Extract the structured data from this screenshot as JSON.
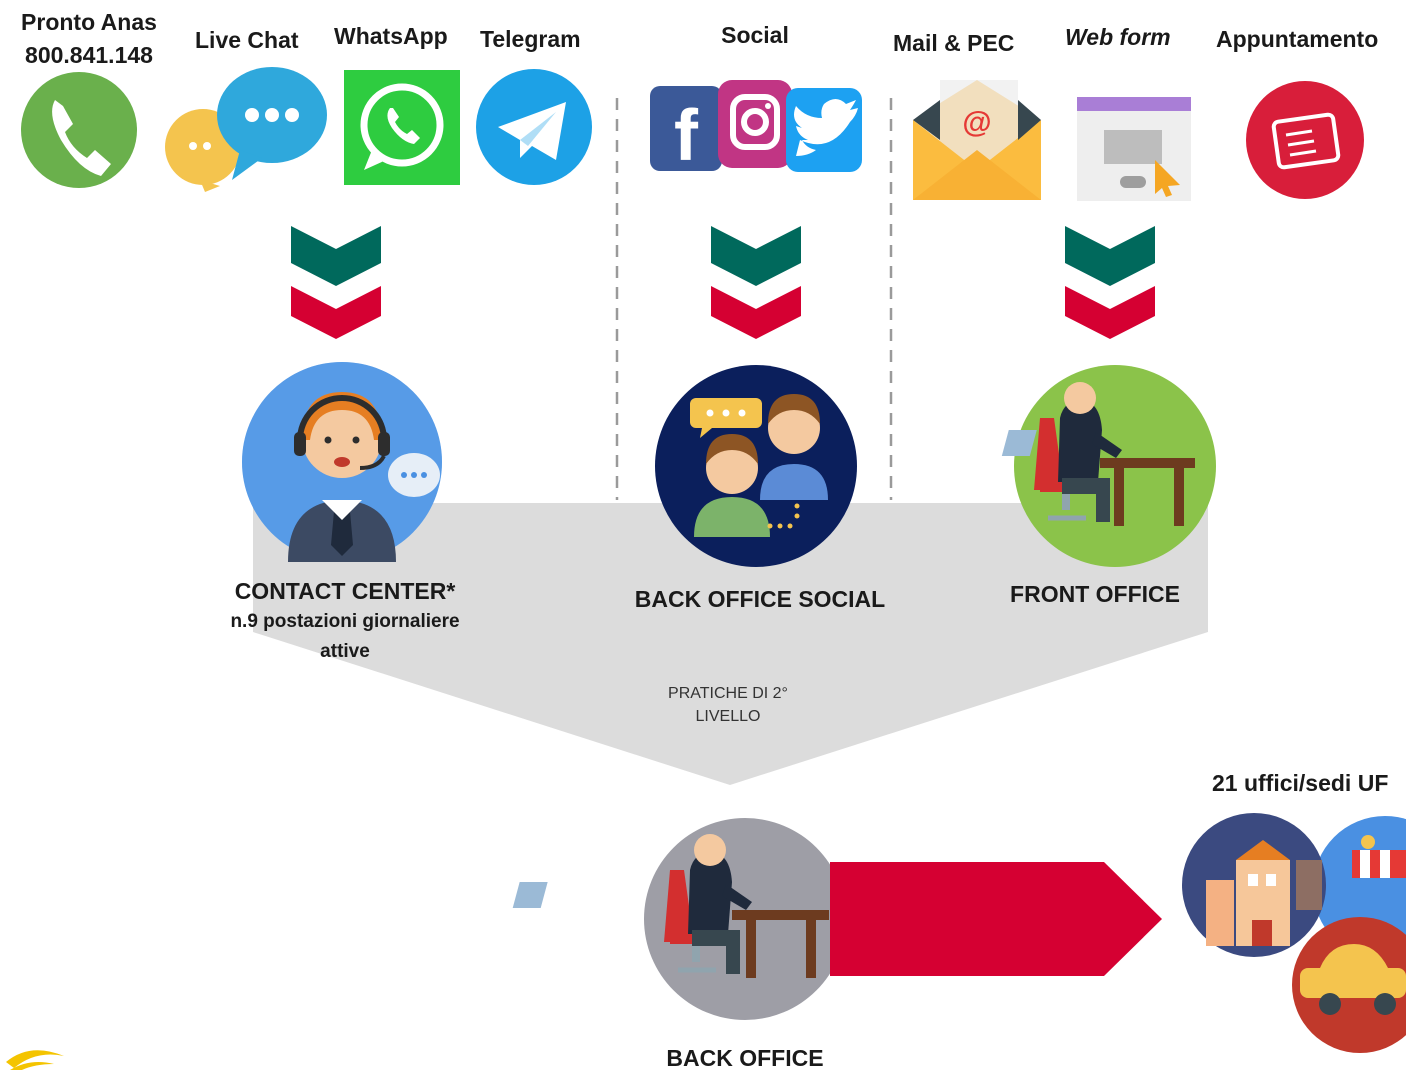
{
  "channels": {
    "pronto_anas": "Pronto Anas",
    "pronto_number": "800.841.148",
    "live_chat": "Live Chat",
    "whatsapp": "WhatsApp",
    "telegram": "Telegram",
    "social": "Social",
    "mail_pec": "Mail & PEC",
    "web_form": "Web form",
    "appuntamento": "Appuntamento"
  },
  "offices": {
    "contact_center": "CONTACT CENTER*",
    "contact_center_note_1": "n.9 postazioni giornaliere",
    "contact_center_note_2": "attive",
    "back_office_social": "BACK OFFICE SOCIAL",
    "front_office": "FRONT OFFICE",
    "back_office": "BACK OFFICE"
  },
  "funnel": {
    "label_line1": "PRATICHE DI 2°",
    "label_line2": "LIVELLO"
  },
  "uffici": {
    "label": "21 uffici/sedi UF"
  },
  "colors": {
    "chevron_green": "#00695c",
    "chevron_red": "#d50032",
    "funnel_gray": "#dcdcdc",
    "arrow_red": "#d50032",
    "contact_blue": "#4a90e2",
    "back_social_navy": "#0b1f5c",
    "front_green": "#8bc34a",
    "back_gray": "#9e9ea6"
  }
}
